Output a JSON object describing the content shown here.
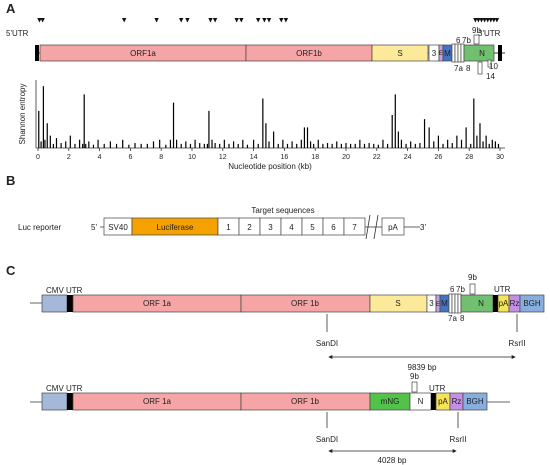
{
  "panels": {
    "a": "A",
    "b": "B",
    "c": "C"
  },
  "colors": {
    "orf": "#f5a5a5",
    "spike": "#fce99a",
    "three": "#ffffff",
    "E": "#c9a0dc",
    "M": "#4472c4",
    "N": "#70c070",
    "utr_block": "#000000",
    "cmv": "#a6b8d8",
    "luciferase": "#f5a200",
    "mng": "#52c24a",
    "pA": "#f5e35a",
    "Rz": "#c58fe8",
    "bgh": "#88aee0",
    "bars": "#000000"
  },
  "panel_a": {
    "utr5_label": "5'UTR",
    "utr3_label": "3'UTR",
    "genes": {
      "orf1a": "ORF1a",
      "orf1b": "ORF1b",
      "s": "S",
      "three": "3",
      "e": "E",
      "m": "M",
      "n": "N"
    },
    "small_orfs": {
      "o6": "6",
      "o7b": "7b",
      "o9b": "9b",
      "o7a": "7a",
      "o8": "8",
      "o10": "10",
      "o14": "14"
    },
    "marker_positions_kb": [
      0.1,
      0.3,
      5.6,
      7.7,
      9.3,
      9.7,
      11.2,
      11.5,
      12.9,
      13.2,
      14.3,
      14.7,
      15.0,
      15.8,
      16.1,
      28.4,
      28.6,
      28.8,
      29.0,
      29.2,
      29.4,
      29.6,
      29.8
    ]
  },
  "chart_data": {
    "type": "bar",
    "ylabel": "Shannon entropy",
    "xlabel": "Nucleotide position (kb)",
    "xlim": [
      0,
      30
    ],
    "x_ticks": [
      "0",
      "2",
      "4",
      "6",
      "8",
      "10",
      "12",
      "14",
      "16",
      "18",
      "20",
      "22",
      "24",
      "26",
      "28",
      "30"
    ],
    "y_ticks": [],
    "grid": false,
    "x": [
      0.05,
      0.2,
      0.35,
      0.45,
      0.6,
      0.8,
      1.0,
      1.2,
      1.5,
      1.8,
      2.1,
      2.4,
      2.7,
      2.9,
      3.0,
      3.1,
      3.3,
      3.6,
      3.9,
      4.3,
      4.7,
      5.1,
      5.5,
      5.9,
      6.3,
      6.7,
      7.1,
      7.5,
      7.9,
      8.3,
      8.6,
      8.8,
      9.0,
      9.3,
      9.6,
      9.9,
      10.2,
      10.5,
      10.8,
      11.0,
      11.1,
      11.3,
      11.5,
      11.8,
      12.1,
      12.4,
      12.7,
      13.0,
      13.3,
      13.6,
      14.0,
      14.3,
      14.6,
      14.8,
      15.0,
      15.3,
      15.6,
      15.9,
      16.2,
      16.5,
      16.8,
      17.1,
      17.3,
      17.5,
      17.7,
      17.9,
      18.2,
      18.5,
      18.8,
      19.1,
      19.4,
      19.7,
      20.0,
      20.3,
      20.6,
      20.9,
      21.2,
      21.5,
      21.8,
      22.1,
      22.4,
      22.7,
      23.0,
      23.2,
      23.4,
      23.6,
      23.9,
      24.2,
      24.5,
      24.8,
      25.1,
      25.4,
      25.7,
      26.0,
      26.3,
      26.6,
      26.9,
      27.2,
      27.5,
      27.8,
      28.1,
      28.3,
      28.5,
      28.7,
      28.9,
      29.1,
      29.3,
      29.5,
      29.7,
      29.9
    ],
    "values": [
      0.45,
      0.08,
      0.75,
      0.1,
      0.3,
      0.15,
      0.05,
      0.12,
      0.06,
      0.08,
      0.15,
      0.05,
      0.1,
      0.05,
      0.65,
      0.05,
      0.08,
      0.04,
      0.1,
      0.05,
      0.08,
      0.05,
      0.1,
      0.04,
      0.06,
      0.05,
      0.05,
      0.08,
      0.1,
      0.04,
      0.1,
      0.55,
      0.1,
      0.05,
      0.08,
      0.05,
      0.1,
      0.06,
      0.05,
      0.05,
      0.45,
      0.1,
      0.06,
      0.05,
      0.1,
      0.05,
      0.08,
      0.05,
      0.1,
      0.04,
      0.1,
      0.05,
      0.6,
      0.3,
      0.08,
      0.2,
      0.05,
      0.1,
      0.05,
      0.08,
      0.05,
      0.1,
      0.25,
      0.25,
      0.08,
      0.05,
      0.1,
      0.05,
      0.06,
      0.05,
      0.08,
      0.05,
      0.06,
      0.05,
      0.05,
      0.1,
      0.05,
      0.06,
      0.05,
      0.04,
      0.1,
      0.05,
      0.4,
      0.65,
      0.2,
      0.1,
      0.05,
      0.08,
      0.05,
      0.06,
      0.35,
      0.25,
      0.08,
      0.15,
      0.05,
      0.1,
      0.06,
      0.15,
      0.1,
      0.25,
      0.05,
      0.6,
      0.15,
      0.3,
      0.08,
      0.15,
      0.05,
      0.1,
      0.08,
      0.05
    ]
  },
  "panel_b": {
    "reporter_label": "Luc reporter",
    "p5": "5'",
    "p3": "3'",
    "sv40": "SV40",
    "luciferase": "Luciferase",
    "targets_title": "Target sequences",
    "targets": [
      "1",
      "2",
      "3",
      "4",
      "5",
      "6",
      "7"
    ],
    "pA": "pA"
  },
  "panel_c1": {
    "cmv": "CMV",
    "utr_left": "UTR",
    "orf1a": "ORF 1a",
    "orf1b": "ORF 1b",
    "s": "S",
    "three": "3",
    "e": "E",
    "m": "M",
    "n": "N",
    "nine_b": "9b",
    "o6": "6",
    "o7b": "7b",
    "o7a": "7a",
    "o8": "8",
    "utr_right": "UTR",
    "pA": "pA",
    "rz": "Rz",
    "bgh": "BGH",
    "sandi": "SanDI",
    "rsrii": "RsrII",
    "distance": "9839 bp"
  },
  "panel_c2": {
    "cmv": "CMV",
    "utr_left": "UTR",
    "orf1a": "ORF 1a",
    "orf1b": "ORF 1b",
    "mng": "mNG",
    "n": "N",
    "nine_b": "9b",
    "utr_right": "UTR",
    "pA": "pA",
    "rz": "Rz",
    "bgh": "BGH",
    "sandi": "SanDI",
    "rsrii": "RsrII",
    "distance": "4028 bp"
  }
}
